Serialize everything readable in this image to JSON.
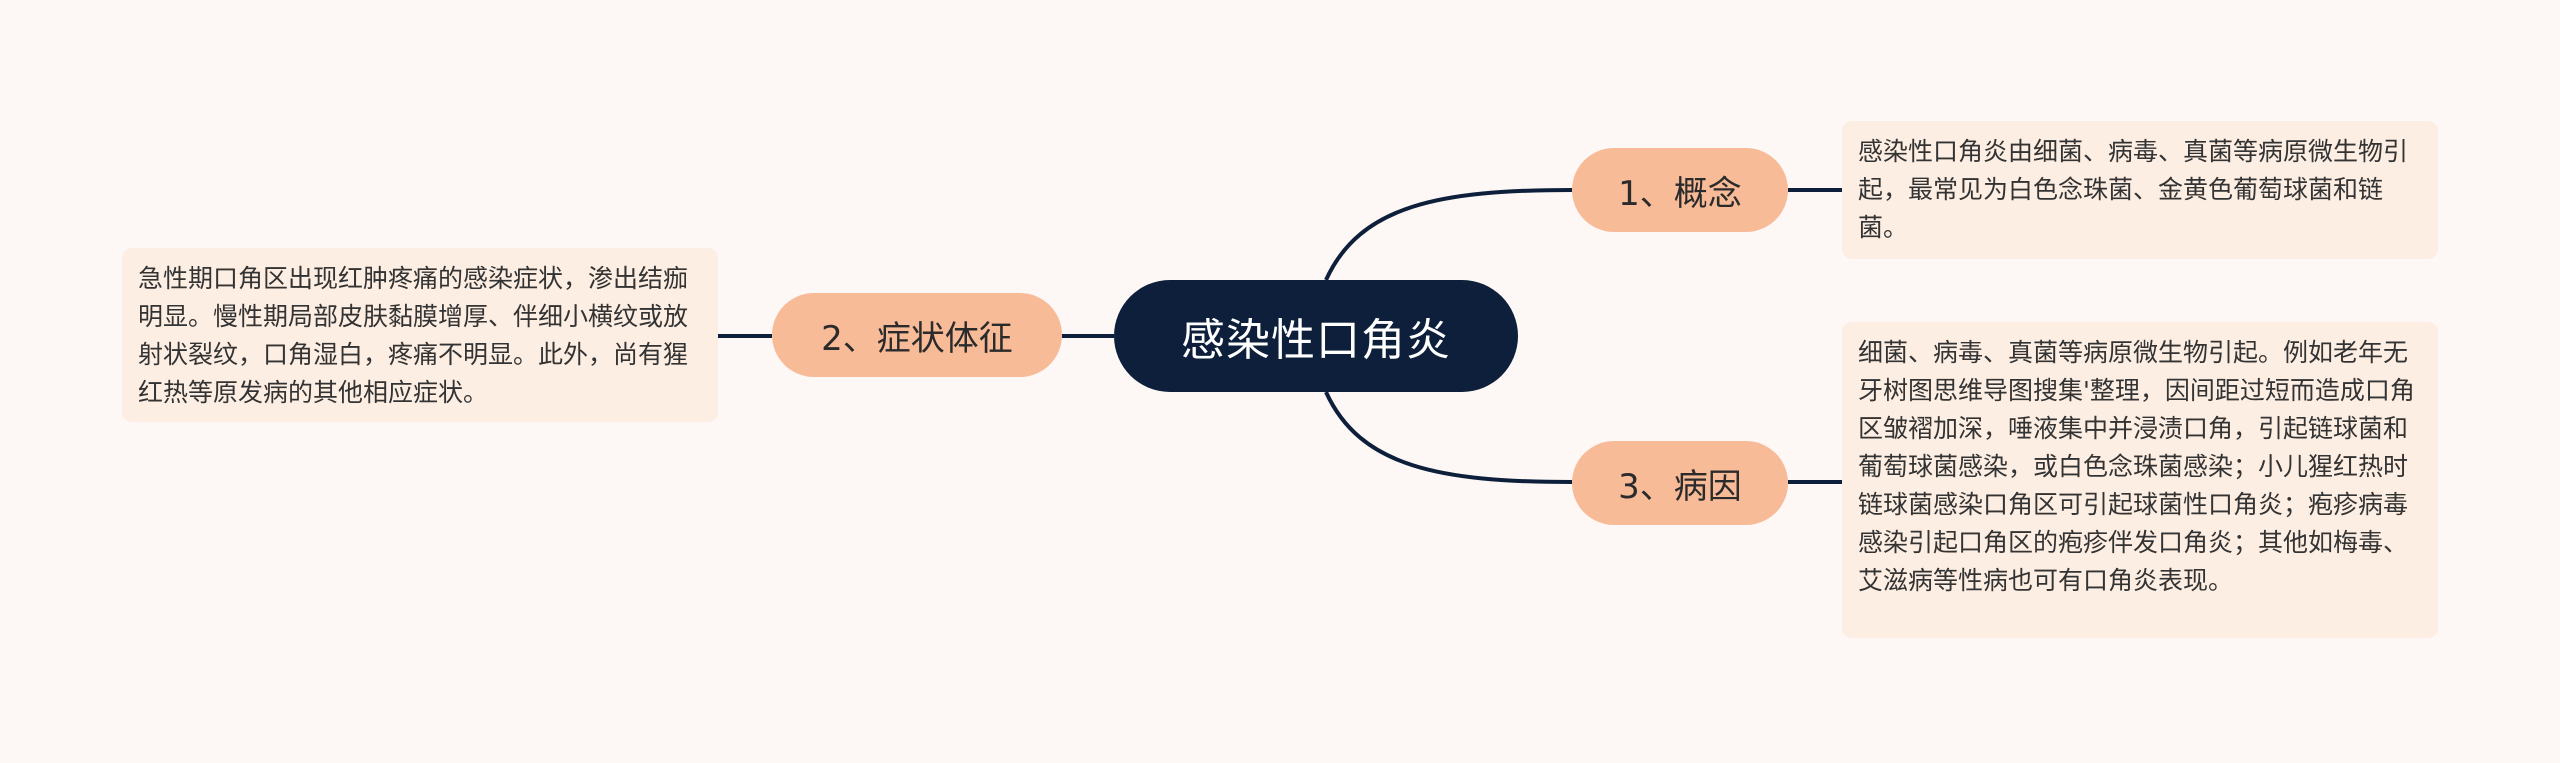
{
  "center": {
    "label": "感染性口角炎"
  },
  "branches": [
    {
      "label": "1、概念",
      "note": "感染性口角炎由细菌、病毒、真菌等病原微生物引起，最常见为白色念珠菌、金黄色葡萄球菌和链菌。"
    },
    {
      "label": "2、症状体征",
      "note": "急性期口角区出现红肿疼痛的感染症状，渗出结痂明显。慢性期局部皮肤黏膜增厚、伴细小横纹或放射状裂纹，口角湿白，疼痛不明显。此外，尚有猩红热等原发病的其他相应症状。"
    },
    {
      "label": "3、病因",
      "note": "细菌、病毒、真菌等病原微生物引起。例如老年无牙树图思维导图搜集'整理，因间距过短而造成口角区皱褶加深，唾液集中并浸渍口角，引起链球菌和葡萄球菌感染，或白色念珠菌感染；小儿猩红热时链球菌感染口角区可引起球菌性口角炎；疱疹病毒感染引起口角区的疱疹伴发口角炎；其他如梅毒、艾滋病等性病也可有口角炎表现。"
    }
  ],
  "colors": {
    "background": "#fdf8f6",
    "center_fill": "#0d1f3a",
    "branch_fill": "#f8bb98",
    "note_fill": "#fdeee3",
    "connector": "#0d1f3a"
  }
}
